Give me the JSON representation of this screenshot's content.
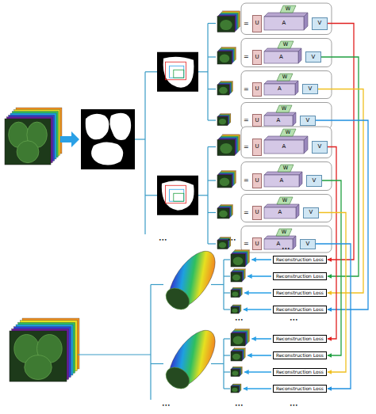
{
  "diagram": {
    "nodes": [
      {
        "text": [
          "U"
        ]
      },
      {
        "text": [
          "A"
        ]
      },
      {
        "text": [
          "W"
        ]
      },
      {
        "text": [
          "V"
        ]
      },
      {
        "text": [
          "U"
        ]
      },
      {
        "text": [
          "A"
        ]
      },
      {
        "text": [
          "W"
        ]
      },
      {
        "text": [
          "V"
        ]
      },
      {
        "text": [
          "U"
        ]
      },
      {
        "text": [
          "A"
        ]
      },
      {
        "text": [
          "W"
        ]
      },
      {
        "text": [
          "V"
        ]
      },
      {
        "text": [
          "U"
        ]
      },
      {
        "text": [
          "A"
        ]
      },
      {
        "text": [
          "W"
        ]
      },
      {
        "text": [
          "V"
        ]
      },
      {
        "text": [
          "U"
        ]
      },
      {
        "text": [
          "A"
        ]
      },
      {
        "text": [
          "W"
        ]
      },
      {
        "text": [
          "V"
        ]
      },
      {
        "text": [
          "U"
        ]
      },
      {
        "text": [
          "A"
        ]
      },
      {
        "text": [
          "W"
        ]
      },
      {
        "text": [
          "V"
        ]
      },
      {
        "text": [
          "U"
        ]
      },
      {
        "text": [
          "A"
        ]
      },
      {
        "text": [
          "W"
        ]
      },
      {
        "text": [
          "V"
        ]
      },
      {
        "text": [
          "U"
        ]
      },
      {
        "text": [
          "A"
        ]
      },
      {
        "text": [
          "W"
        ]
      },
      {
        "text": [
          "V"
        ]
      },
      {
        "text": [
          "Reconstruction Loss"
        ]
      },
      {
        "text": [
          "Reconstruction Loss"
        ]
      },
      {
        "text": [
          "Reconstruction Loss"
        ]
      },
      {
        "text": [
          "Reconstruction Loss"
        ]
      },
      {
        "text": [
          "Reconstruction Loss"
        ]
      },
      {
        "text": [
          "Reconstruction Loss"
        ]
      },
      {
        "text": [
          "Reconstruction Loss"
        ]
      },
      {
        "text": [
          "Reconstruction Loss"
        ]
      }
    ],
    "edges": [
      {
        "from": 3,
        "to": 32,
        "arrow": "to"
      },
      {
        "from": 7,
        "to": 33,
        "arrow": "to"
      },
      {
        "from": 11,
        "to": 34,
        "arrow": "to"
      },
      {
        "from": 15,
        "to": 35,
        "arrow": "to"
      },
      {
        "from": 19,
        "to": 36,
        "arrow": "to"
      },
      {
        "from": 23,
        "to": 37,
        "arrow": "to"
      },
      {
        "from": 27,
        "to": 38,
        "arrow": "to"
      },
      {
        "from": 31,
        "to": 39,
        "arrow": "to"
      }
    ],
    "labels": [
      "=",
      "=",
      "=",
      "=",
      "=",
      "=",
      "=",
      "=",
      "•••",
      "•••",
      "•••",
      "•••",
      "•••",
      "•••",
      "•••",
      "•••"
    ]
  }
}
